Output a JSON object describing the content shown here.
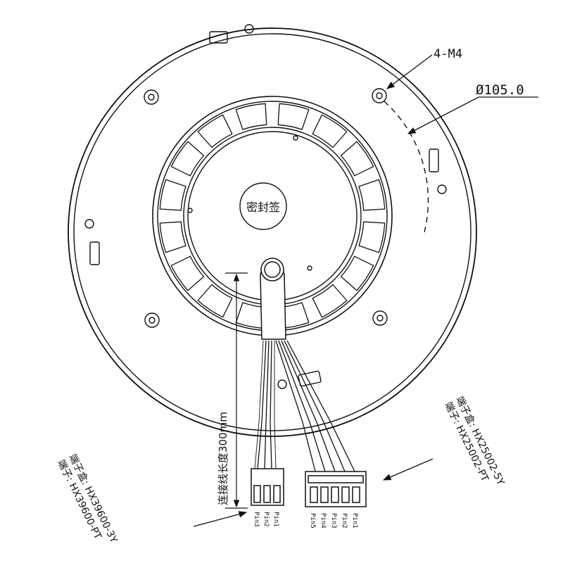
{
  "labels": {
    "mount_holes": "4-M4",
    "diameter": "Ø105.0",
    "seal_cap": "密封签",
    "lead_length": "连接线长度300mm"
  },
  "connector_3pin": {
    "housing": "端子盒: HX39600-3Y",
    "terminal": "端子: HX39600-PT",
    "pins": [
      "Pin3",
      "Pin2",
      "Pin1"
    ]
  },
  "connector_5pin": {
    "housing": "端子盒: HX25002-5Y",
    "terminal": "端子: HX25002-PT",
    "pins": [
      "Pin5",
      "Pin4",
      "Pin3",
      "Pin2",
      "Pin1"
    ]
  },
  "colors": {
    "line": "#111111",
    "background": "#ffffff"
  }
}
